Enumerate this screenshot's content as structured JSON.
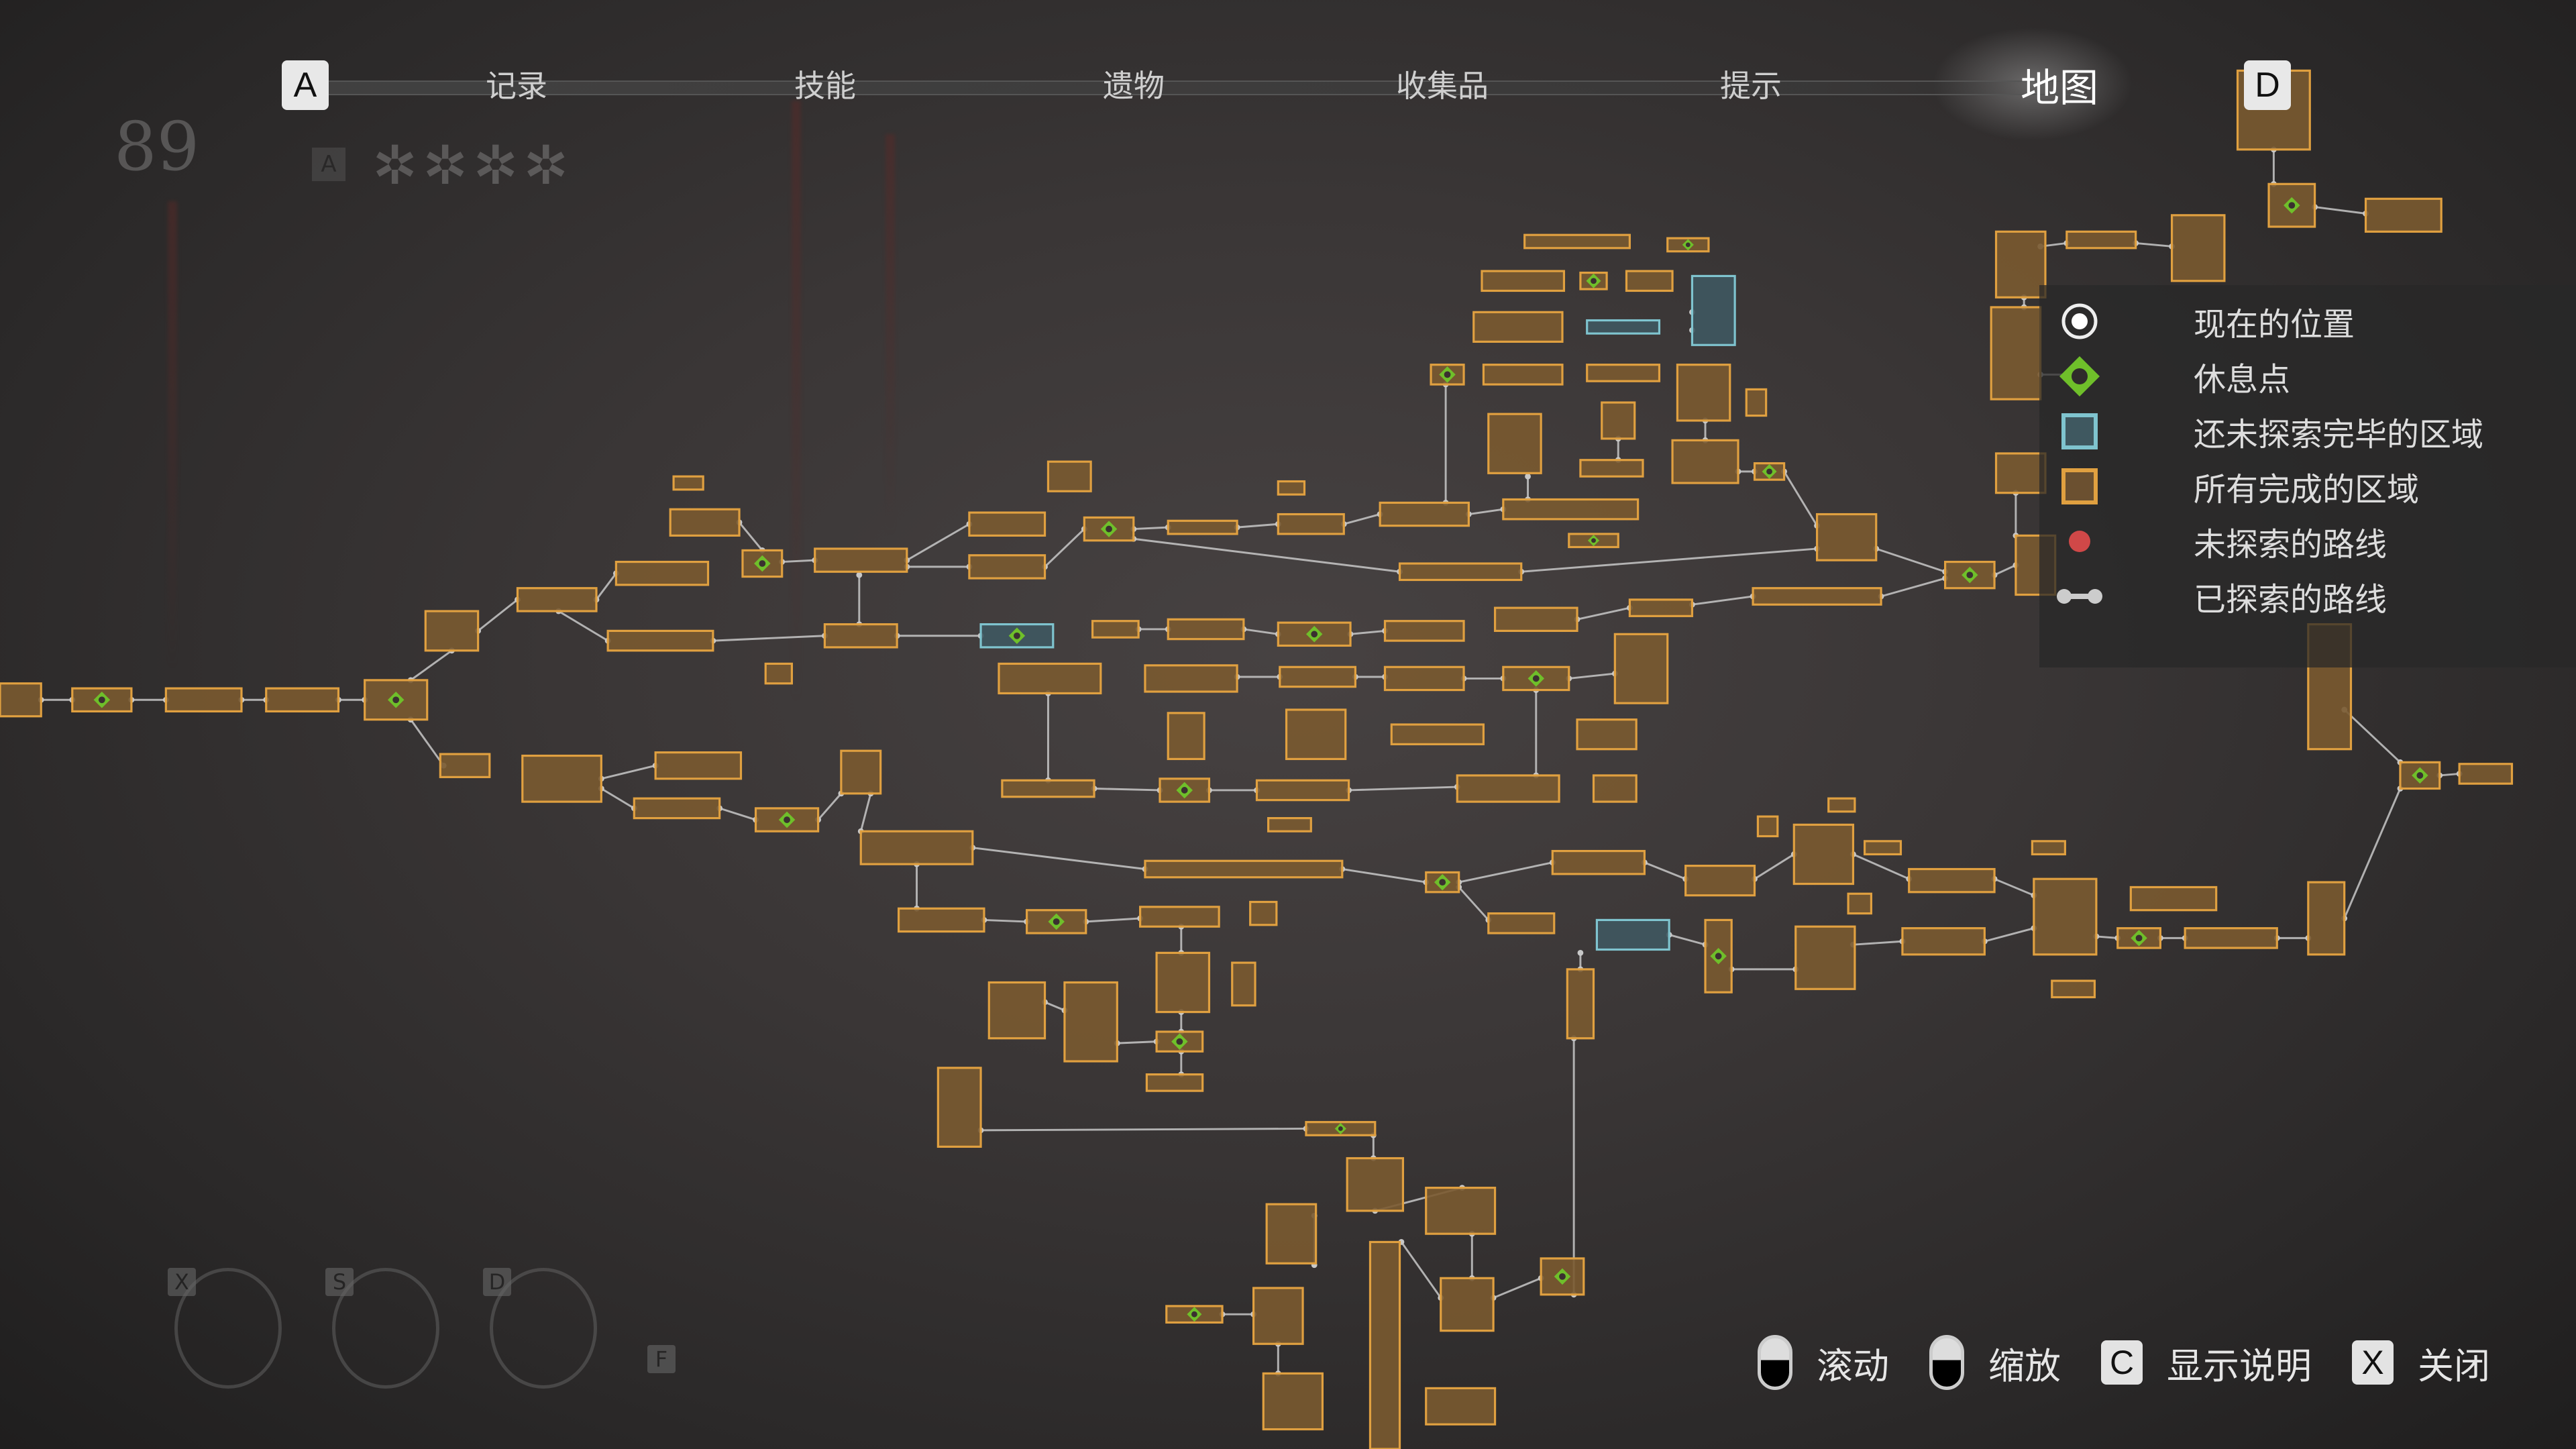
{
  "tabs": {
    "prev_key": "A",
    "next_key": "D",
    "items": [
      {
        "label": "记录",
        "active": false
      },
      {
        "label": "技能",
        "active": false
      },
      {
        "label": "遗物",
        "active": false
      },
      {
        "label": "收集品",
        "active": false
      },
      {
        "label": "提示",
        "active": false
      },
      {
        "label": "地图",
        "active": true
      }
    ]
  },
  "hud": {
    "level": "89",
    "key_a": "A",
    "skill_keys": [
      "X",
      "S",
      "D"
    ],
    "item_key": "F"
  },
  "legend": [
    {
      "icon": "current-position-icon",
      "label": "现在的位置"
    },
    {
      "icon": "rest-point-icon",
      "label": "休息点"
    },
    {
      "icon": "unexplored-area-icon",
      "label": "还未探索完毕的区域"
    },
    {
      "icon": "completed-area-icon",
      "label": "所有完成的区域"
    },
    {
      "icon": "unexplored-route-icon",
      "label": "未探索的路线"
    },
    {
      "icon": "explored-route-icon",
      "label": "已探索的路线"
    }
  ],
  "footer": [
    {
      "key": "mouse-scroll",
      "label": "滚动"
    },
    {
      "key": "mouse-wheel",
      "label": "缩放"
    },
    {
      "key": "C",
      "label": "显示说明"
    },
    {
      "key": "X",
      "label": "关闭"
    }
  ],
  "colors": {
    "completed": "#e0a040",
    "completed_fill": "#7a5a30",
    "unexplored": "#7fc4cf",
    "unexplored_fill": "#3f5860",
    "rest": "#6fbf2a",
    "unexplored_route": "#d04848",
    "route": "#c8c8c8"
  }
}
